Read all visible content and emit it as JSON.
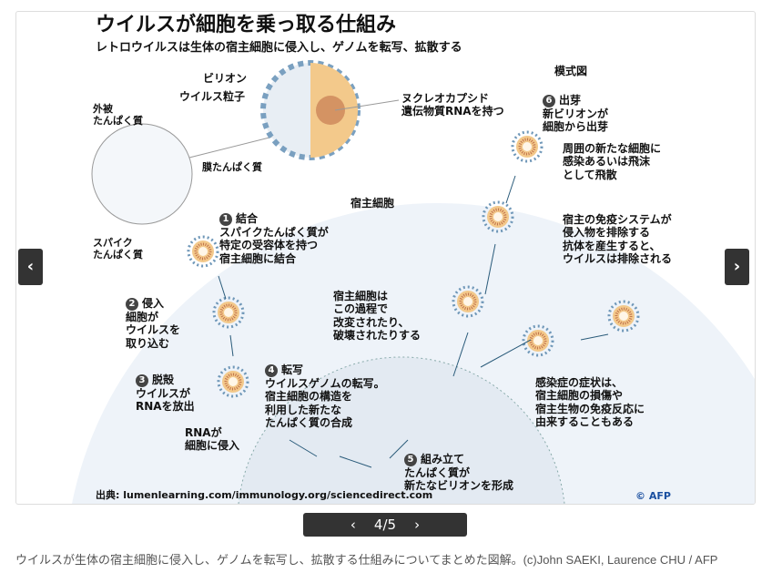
{
  "infographic": {
    "title": "ウイルスが細胞を乗っ取る仕組み",
    "subtitle": "レトロウイルスは生体の宿主細胞に侵入し、ゲノムを転写、拡散する",
    "virion": "ビリオン",
    "virus_particle": "ウイルス粒子",
    "envelope_protein": "外被\nたんぱく質",
    "membrane_protein": "膜たんぱく質",
    "spike_protein": "スパイク\nたんぱく質",
    "nucleocapsid": "ヌクレオカプシド\n遺伝物質RNAを持つ",
    "schematic": "模式図",
    "host_cell": "宿主細胞",
    "steps": [
      {
        "n": "1",
        "text": "結合\nスパイクたんぱく質が\n特定の受容体を持つ\n宿主細胞に結合"
      },
      {
        "n": "2",
        "text": "侵入\n細胞が\nウイルスを\n取り込む"
      },
      {
        "n": "3",
        "text": "脱殻\nウイルスが\nRNAを放出"
      },
      {
        "n": "4",
        "text": "転写\nウイルスゲノムの転写。\n宿主細胞の構造を\n利用した新たな\nたんぱく質の合成"
      },
      {
        "n": "5",
        "text": "組み立て\nたんぱく質が\n新たなビリオンを形成"
      },
      {
        "n": "6",
        "text": "出芽\n新ビリオンが\n細胞から出芽"
      }
    ],
    "rna_entry": "RNAが\n細胞に侵入",
    "spread": "周囲の新たな細胞に\n感染あるいは飛沫\nとして飛散",
    "host_altered": "宿主細胞は\nこの過程で\n改変されたり、\n破壊されたりする",
    "immune": "宿主の免疫システムが\n侵入物を排除する\n抗体を産生すると、\nウイルスは排除される",
    "symptoms": "感染症の症状は、\n宿主細胞の損傷や\n宿主生物の免疫反応に\n由来することもある",
    "source": "出典: lumenlearning.com/immunology.org/sciencedirect.com",
    "credit": "© AFP"
  },
  "carousel": {
    "prev": "‹",
    "next": "›",
    "page": "4/5",
    "prev_icon": "chevron-left-icon",
    "next_icon": "chevron-right-icon"
  },
  "caption": "ウイルスが生体の宿主細胞に侵入し、ゲノムを転写し、拡散する仕組みについてまとめた図解。(c)John SAEKI, Laurence CHU / AFP",
  "colors": {
    "cell": "#eef3f9",
    "capsid": "#f3c98b",
    "spike": "#6f97b8",
    "rna": "#c0704a",
    "nav": "#333333"
  }
}
